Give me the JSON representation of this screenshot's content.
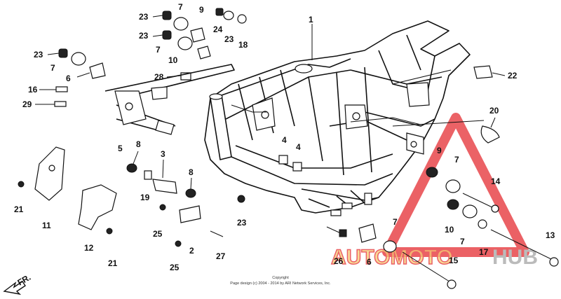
{
  "callouts": [
    {
      "id": "c23a",
      "label": "23"
    },
    {
      "id": "c7a",
      "label": "7"
    },
    {
      "id": "c9a",
      "label": "9"
    },
    {
      "id": "c24",
      "label": "24"
    },
    {
      "id": "c23b",
      "label": "23"
    },
    {
      "id": "c18",
      "label": "18"
    },
    {
      "id": "c23c",
      "label": "23"
    },
    {
      "id": "c7b",
      "label": "7"
    },
    {
      "id": "c10a",
      "label": "10"
    },
    {
      "id": "c23d",
      "label": "23"
    },
    {
      "id": "c7c",
      "label": "7"
    },
    {
      "id": "c6a",
      "label": "6"
    },
    {
      "id": "c28",
      "label": "28"
    },
    {
      "id": "c16",
      "label": "16"
    },
    {
      "id": "c29",
      "label": "29"
    },
    {
      "id": "c5",
      "label": "5"
    },
    {
      "id": "c1",
      "label": "1"
    },
    {
      "id": "c22",
      "label": "22"
    },
    {
      "id": "c20",
      "label": "20"
    },
    {
      "id": "c8a",
      "label": "8"
    },
    {
      "id": "c3",
      "label": "3"
    },
    {
      "id": "c4a",
      "label": "4"
    },
    {
      "id": "c4b",
      "label": "4"
    },
    {
      "id": "c8b",
      "label": "8"
    },
    {
      "id": "c19",
      "label": "19"
    },
    {
      "id": "c21a",
      "label": "21"
    },
    {
      "id": "c11",
      "label": "11"
    },
    {
      "id": "c25a",
      "label": "25"
    },
    {
      "id": "c2",
      "label": "2"
    },
    {
      "id": "c23e",
      "label": "23"
    },
    {
      "id": "c12",
      "label": "12"
    },
    {
      "id": "c27",
      "label": "27"
    },
    {
      "id": "c21b",
      "label": "21"
    },
    {
      "id": "c25b",
      "label": "25"
    },
    {
      "id": "c9b",
      "label": "9"
    },
    {
      "id": "c7d",
      "label": "7"
    },
    {
      "id": "c14",
      "label": "14"
    },
    {
      "id": "c10b",
      "label": "10"
    },
    {
      "id": "c7e",
      "label": "7"
    },
    {
      "id": "c17",
      "label": "17"
    },
    {
      "id": "c7f",
      "label": "7"
    },
    {
      "id": "c13",
      "label": "13"
    },
    {
      "id": "c26",
      "label": "26"
    },
    {
      "id": "c6b",
      "label": "6"
    },
    {
      "id": "c15",
      "label": "15"
    }
  ],
  "direction_label": "FR.",
  "copyright": {
    "line1": "Copyright",
    "line2": "Page design (c) 2004 - 2014 by ARI Network Services, Inc."
  },
  "watermark": {
    "word_red": "AUTOMOTO",
    "word_dark": "HUB",
    "colors": {
      "red": "#e8464b",
      "dark": "#9a9a9a",
      "gold": "#f3c65a"
    }
  }
}
